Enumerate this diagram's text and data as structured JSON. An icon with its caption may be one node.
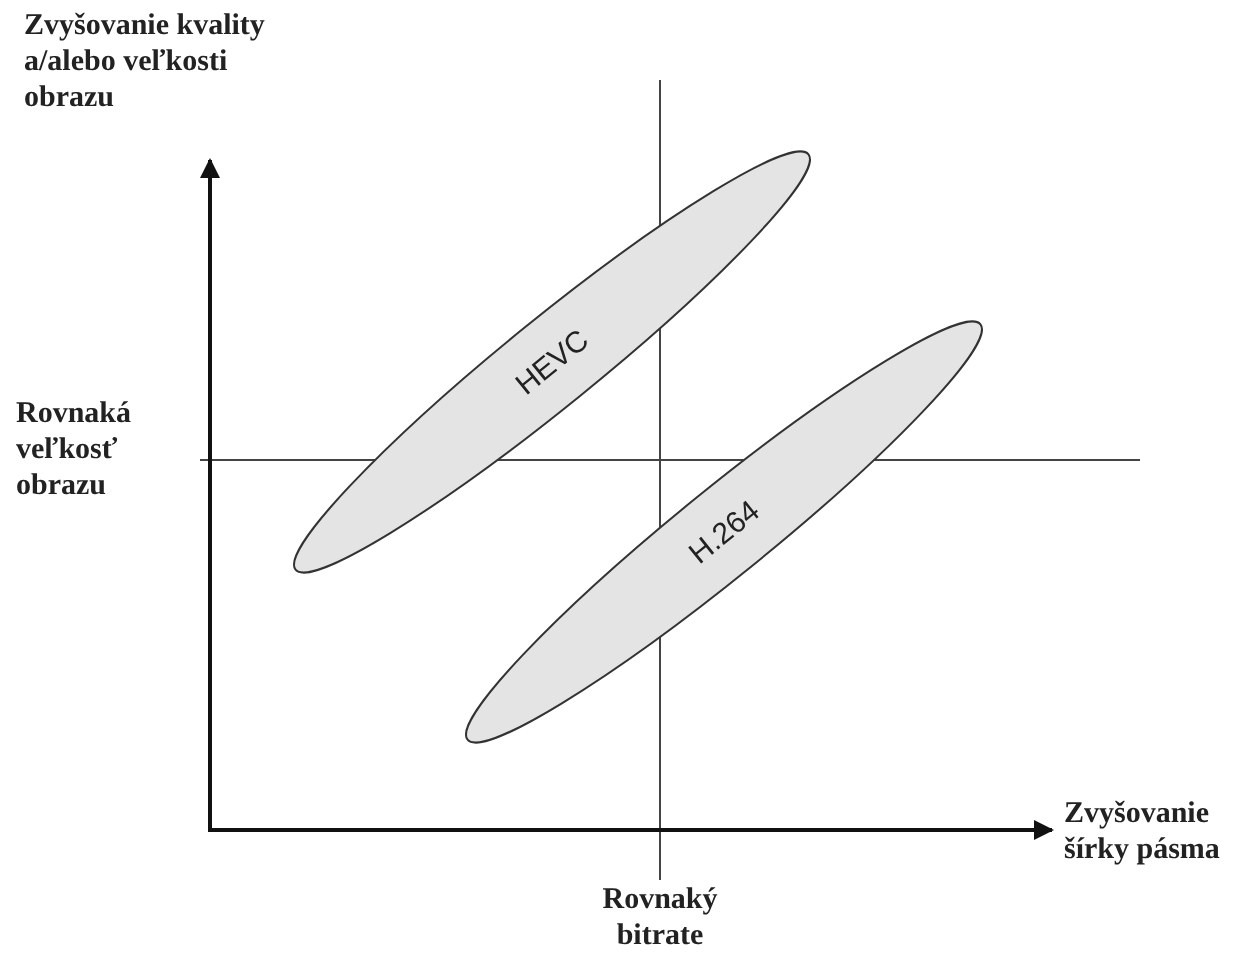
{
  "diagram": {
    "nodes": [
      {
        "text": [
          "HEVC"
        ]
      },
      {
        "text": [
          "H.264"
        ]
      }
    ],
    "edges": [],
    "labels": [
      "Zvyšovanie kvality a/alebo veľkosti obrazu",
      "Rovnaká veľkosť obrazu",
      "Zvyšovanie šírky pásma",
      "Rovnaký bitrate"
    ]
  }
}
